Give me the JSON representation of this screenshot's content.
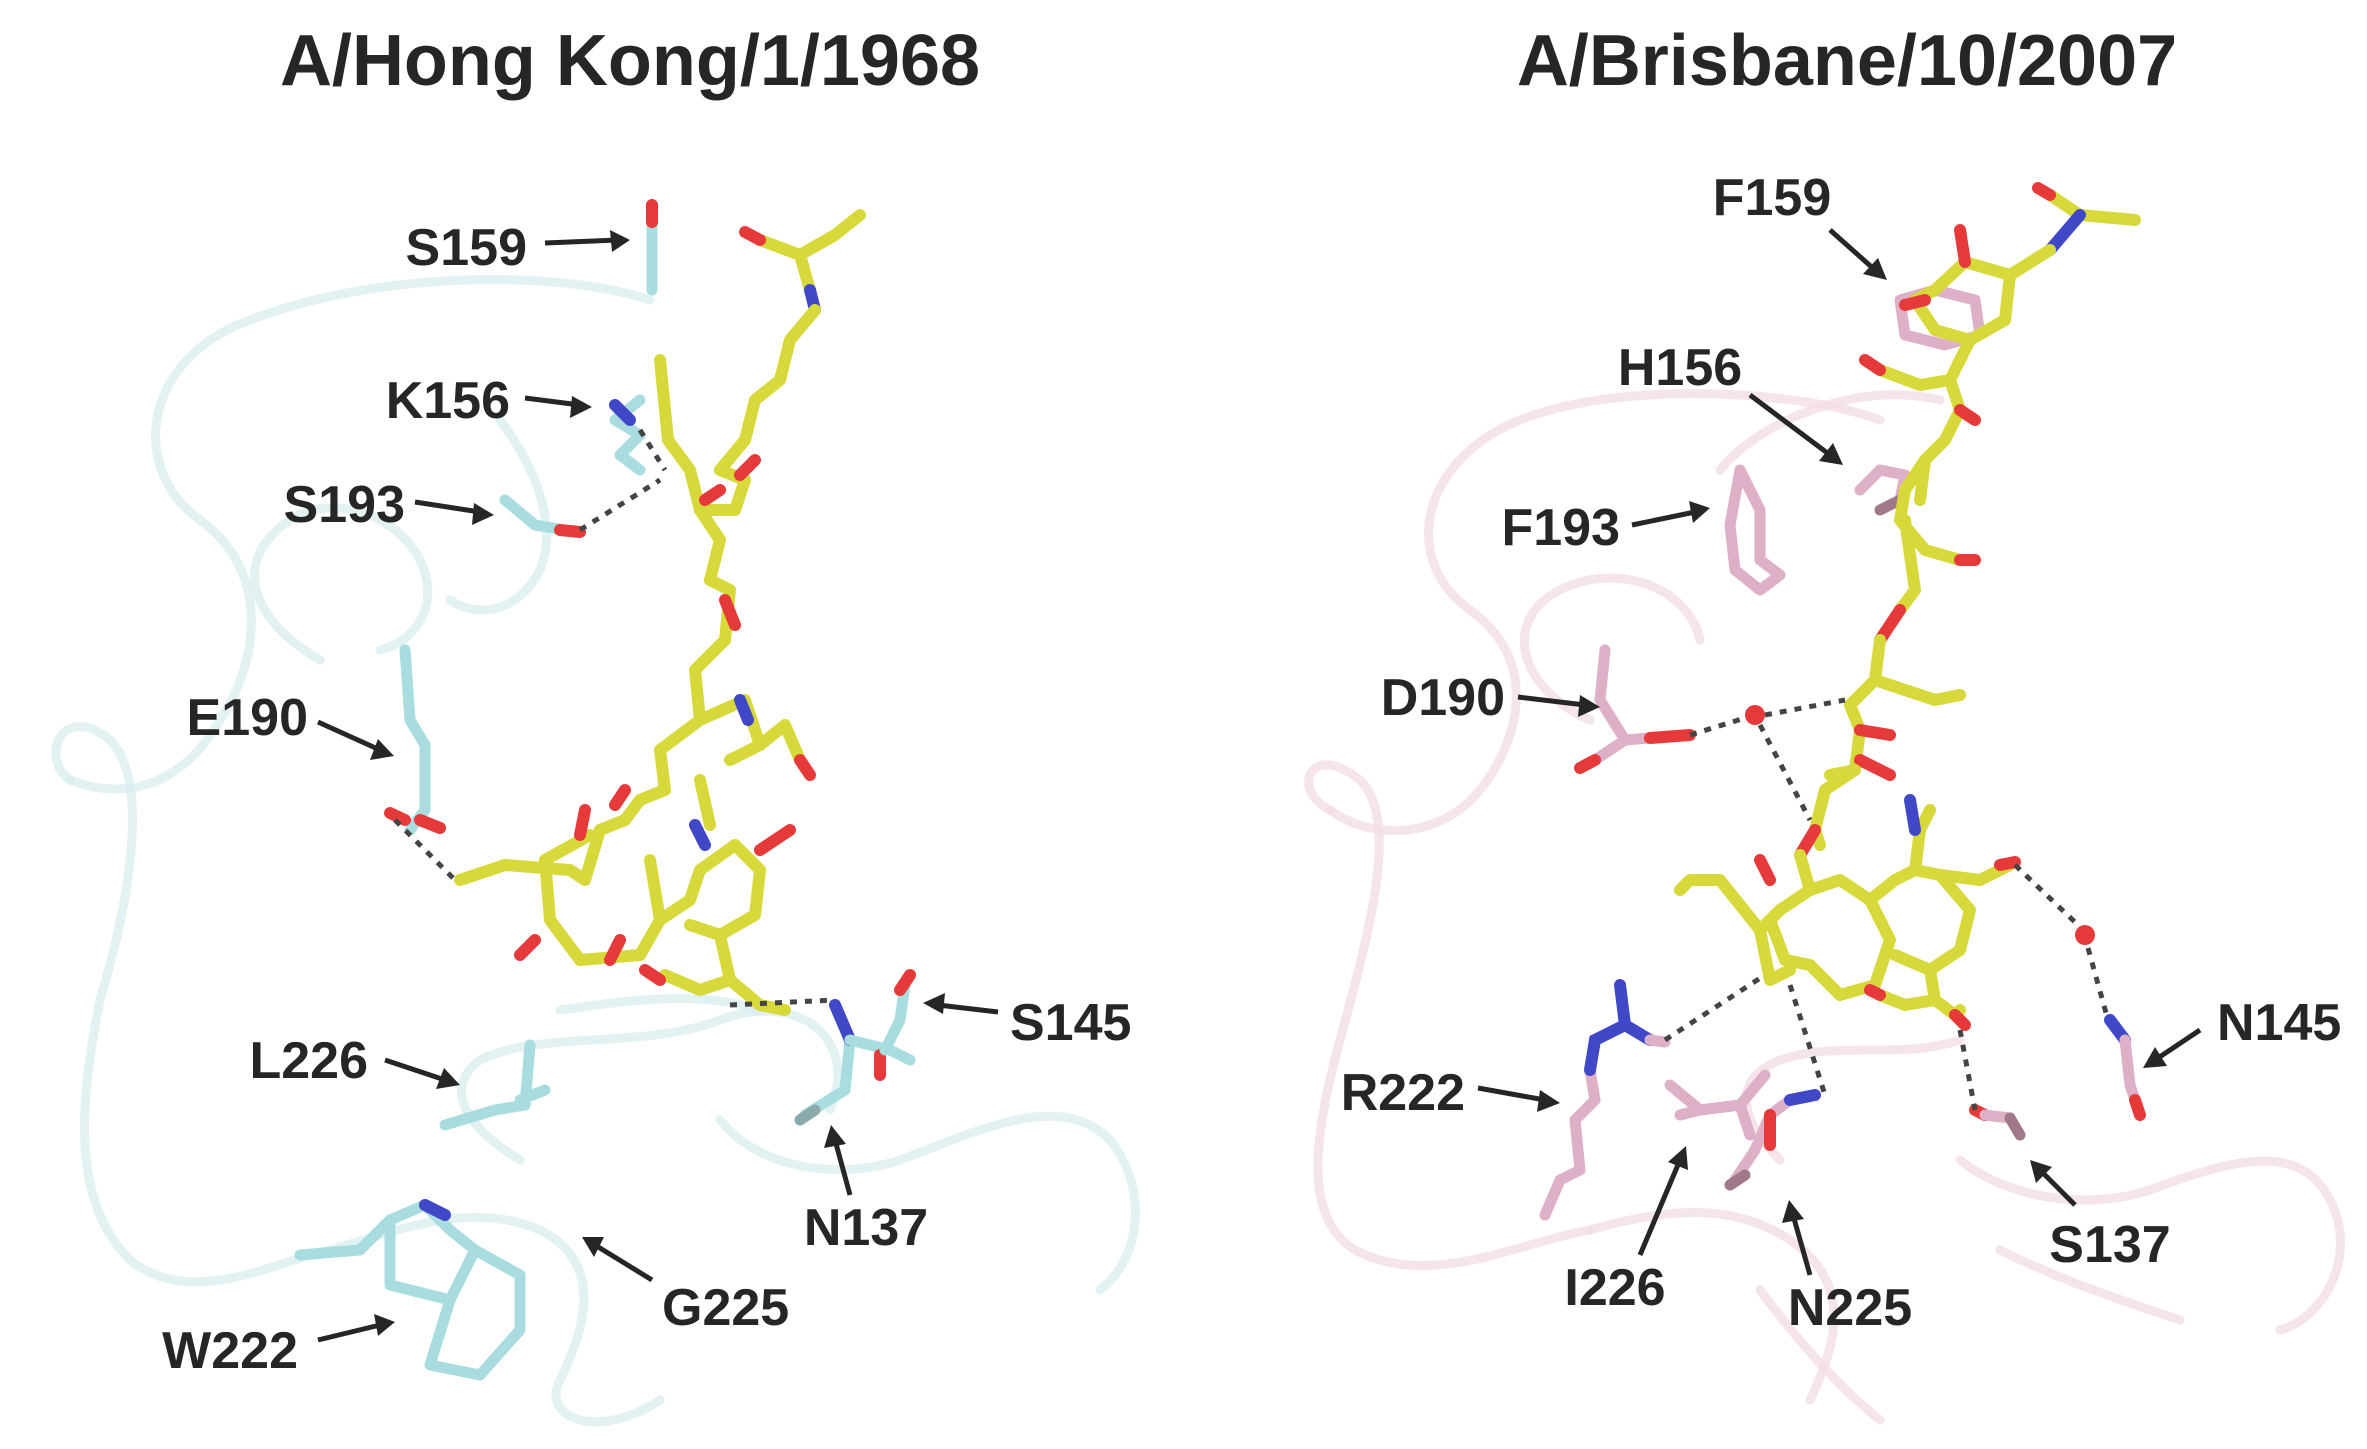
{
  "panels": [
    {
      "title": "A/Hong Kong/1/1968",
      "labels": [
        "S159",
        "K156",
        "S193",
        "E190",
        "L226",
        "W222",
        "G225",
        "N137",
        "S145"
      ]
    },
    {
      "title": "A/Brisbane/10/2007",
      "labels": [
        "F159",
        "H156",
        "F193",
        "D190",
        "R222",
        "I226",
        "N225",
        "S137",
        "N145"
      ]
    }
  ],
  "colors": {
    "left_residues": "#a9dcdf",
    "right_residues": "#deb0c8",
    "ligand_carbon": "#d7d93a",
    "oxygen": "#e63a3a",
    "nitrogen": "#4048c8",
    "label_text": "#262626"
  }
}
